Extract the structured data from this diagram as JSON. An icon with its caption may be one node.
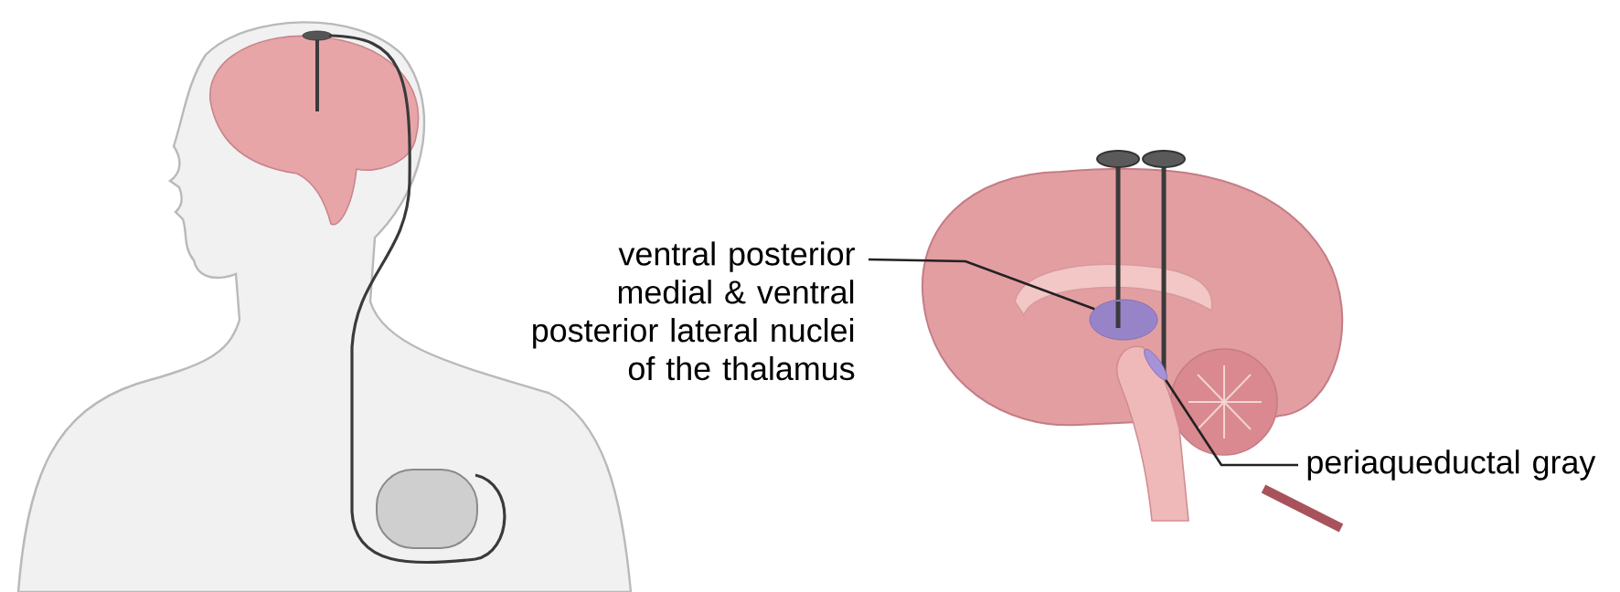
{
  "diagram": {
    "nodes": [
      {
        "text": [
          "ventral posterior medial & ventral posterior lateral nuclei of the thalamus"
        ]
      },
      {
        "text": [],
        "shape": "ellipse"
      },
      {
        "text": [
          "periaqueductal gray"
        ]
      },
      {
        "text": [],
        "shape": "ellipse"
      }
    ],
    "edges": [
      {
        "from": 0,
        "to": 1,
        "arrow": "none"
      },
      {
        "from": 2,
        "to": 3,
        "arrow": "none"
      }
    ]
  }
}
